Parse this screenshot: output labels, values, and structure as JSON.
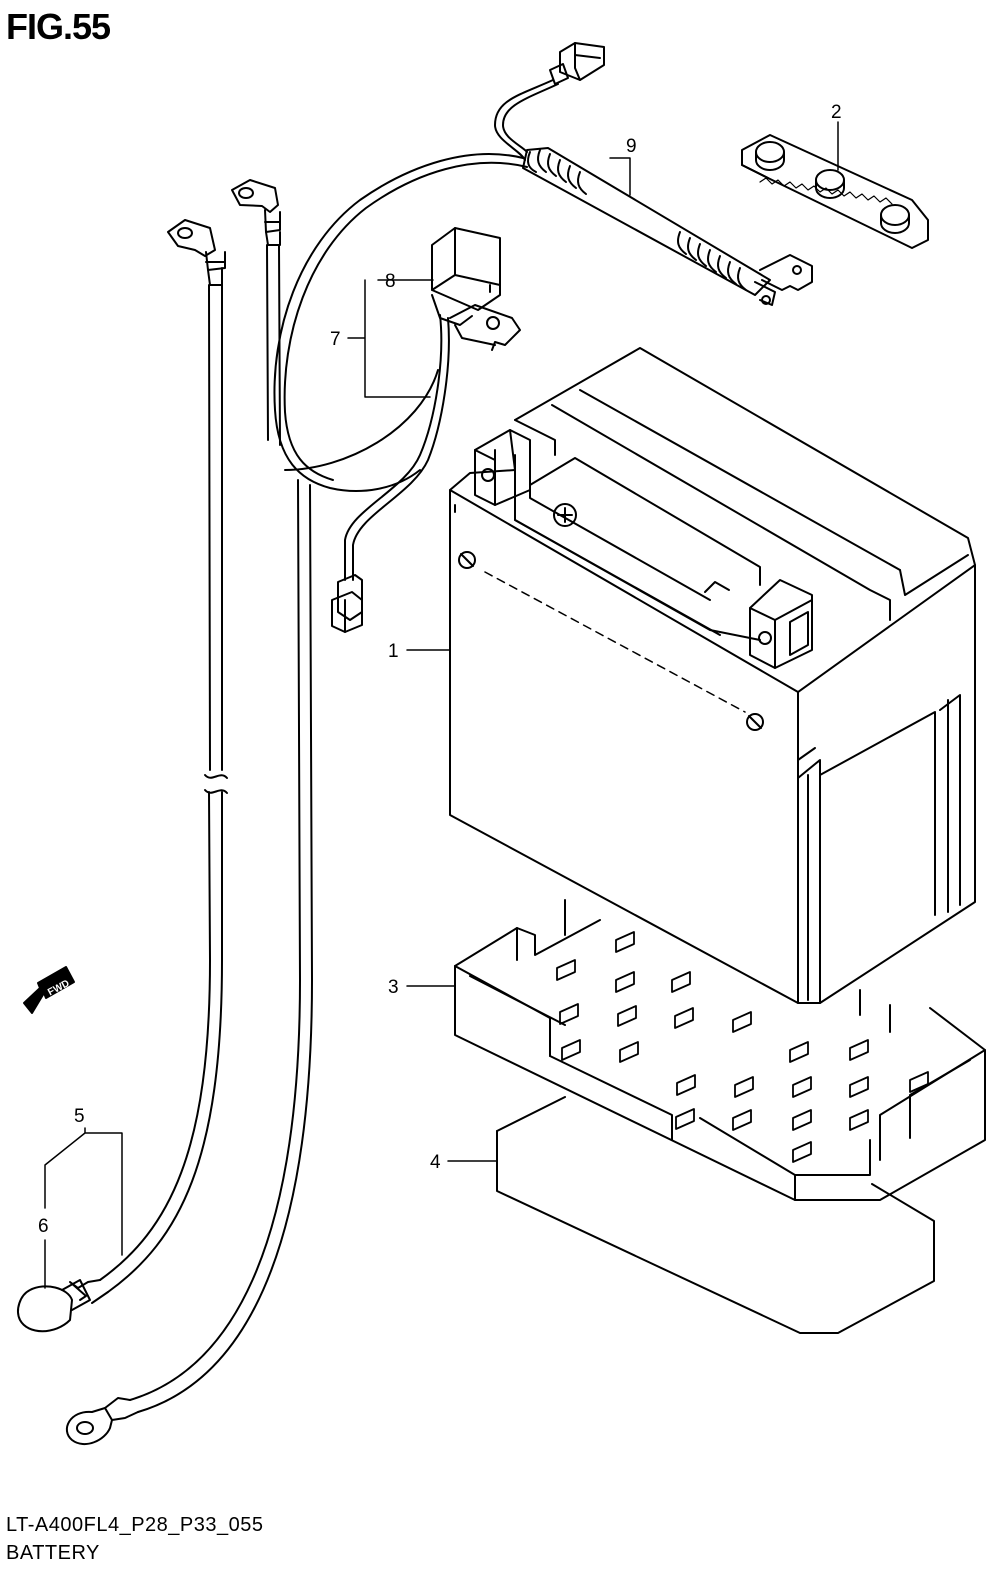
{
  "figure": {
    "title": "FIG.55",
    "model_code": "LT-A400FL4_P28_P33_055",
    "section_name": "BATTERY",
    "direction_badge": "FWD"
  },
  "callouts": [
    {
      "id": "1",
      "label": "1"
    },
    {
      "id": "2",
      "label": "2"
    },
    {
      "id": "3",
      "label": "3"
    },
    {
      "id": "4",
      "label": "4"
    },
    {
      "id": "5",
      "label": "5"
    },
    {
      "id": "6",
      "label": "6"
    },
    {
      "id": "7",
      "label": "7"
    },
    {
      "id": "8",
      "label": "8"
    },
    {
      "id": "9",
      "label": "9"
    }
  ],
  "icons": [
    "fwd-arrow-icon",
    "ring-terminal-icon",
    "connector-icon",
    "screw-icon"
  ],
  "colors": {
    "line": "#000000",
    "background": "#ffffff"
  }
}
